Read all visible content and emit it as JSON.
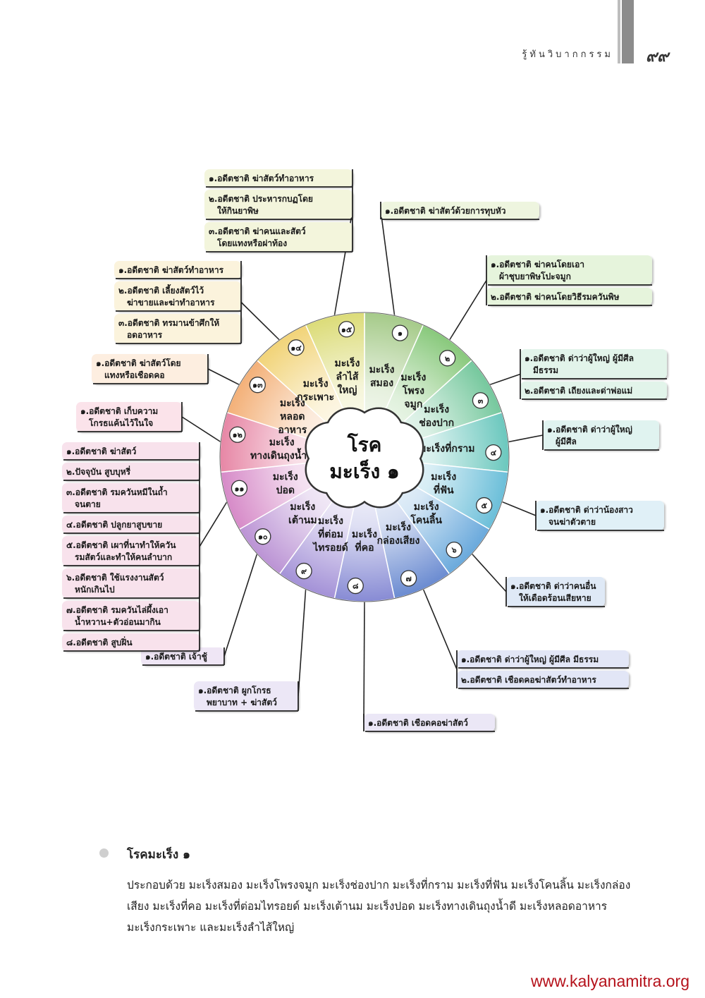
{
  "header": {
    "running_head": "รู้ทันวิบากกรรม",
    "page_number": "๙๙"
  },
  "center": {
    "line1": "โรค",
    "line2": "มะเร็ง ๑"
  },
  "segments": [
    {
      "num": "๑",
      "lines": [
        "มะเร็ง",
        "สมอง"
      ],
      "color": "#9cc57d"
    },
    {
      "num": "๒",
      "lines": [
        "มะเร็ง",
        "โพรง",
        "จมูก"
      ],
      "color": "#7cc36e"
    },
    {
      "num": "๓",
      "lines": [
        "มะเร็ง",
        "ช่องปาก"
      ],
      "color": "#67c293"
    },
    {
      "num": "๔",
      "lines": [
        "มะเร็งที่กราม"
      ],
      "color": "#5cc2b7"
    },
    {
      "num": "๕",
      "lines": [
        "มะเร็ง",
        "ที่ฟัน"
      ],
      "color": "#5cb8d5"
    },
    {
      "num": "๖",
      "lines": [
        "มะเร็ง",
        "โคนลิ้น"
      ],
      "color": "#5aa0d8"
    },
    {
      "num": "๗",
      "lines": [
        "มะเร็ง",
        "กล่องเสียง"
      ],
      "color": "#5b7fcc"
    },
    {
      "num": "๘",
      "lines": [
        "มะเร็ง",
        "ที่คอ"
      ],
      "color": "#7b7fd0"
    },
    {
      "num": "๙",
      "lines": [
        "มะเร็ง",
        "ที่ต่อม",
        "ไทรอยด์"
      ],
      "color": "#9a86d3"
    },
    {
      "num": "๑๐",
      "lines": [
        "มะเร็ง",
        "เต้านม"
      ],
      "color": "#b488d0"
    },
    {
      "num": "๑๑",
      "lines": [
        "มะเร็ง",
        "ปอด"
      ],
      "color": "#d27ec2"
    },
    {
      "num": "๑๒",
      "lines": [
        "มะเร็ง",
        "ทางเดินถุงน้ำดี"
      ],
      "color": "#e47a9c"
    },
    {
      "num": "๑๓",
      "lines": [
        "มะเร็ง",
        "หลอด",
        "อาหาร"
      ],
      "color": "#f2a86a"
    },
    {
      "num": "๑๔",
      "lines": [
        "มะเร็ง",
        "กระเพาะ"
      ],
      "color": "#f0cf6a"
    },
    {
      "num": "๑๕",
      "lines": [
        "มะเร็ง",
        "ลำไส้",
        "ใหญ่"
      ],
      "color": "#d8d86a"
    }
  ],
  "boxes": [
    {
      "seg": 0,
      "color": "#eef5df",
      "lines": [
        [
          "๑.อดีตชาติ ฆ่าสัตว์ด้วยการทุบหัว"
        ]
      ]
    },
    {
      "seg": 1,
      "color": "#e6f4dc",
      "lines": [
        [
          "๑.อดีตชาติ ฆ่าคนโดยเอา",
          "ผ้าชุบยาพิษโปะจมูก"
        ],
        [
          "๒.อดีตชาติ ฆ่าคนโดยวิธีรมควันพิษ"
        ]
      ]
    },
    {
      "seg": 2,
      "color": "#e2f4ea",
      "lines": [
        [
          "๑.อดีตชาติ ด่าว่าผู้ใหญ่ ผู้มีศีล",
          "มีธรรม"
        ],
        [
          "๒.อดีตชาติ เถียงและด่าพ่อแม่"
        ]
      ]
    },
    {
      "seg": 3,
      "color": "#e0f3f0",
      "lines": [
        [
          "๑.อดีตชาติ ด่าว่าผู้ใหญ่",
          "ผู้มีศีล"
        ]
      ]
    },
    {
      "seg": 4,
      "color": "#e0f0f7",
      "lines": [
        [
          "๑.อดีตชาติ ด่าว่าน้องสาว",
          "จนฆ่าตัวตาย"
        ]
      ]
    },
    {
      "seg": 5,
      "color": "#dfe9f6",
      "lines": [
        [
          "๑.อดีตชาติ ด่าว่าคนอื่น",
          "ให้เดือดร้อนเสียหาย"
        ]
      ]
    },
    {
      "seg": 6,
      "color": "#e2e6f6",
      "lines": [
        [
          "๑.อดีตชาติ ด่าว่าผู้ใหญ่ ผู้มีศีล มีธรรม"
        ],
        [
          "๒.อดีตชาติ เชือดคอฆ่าสัตว์ทำอาหาร"
        ]
      ]
    },
    {
      "seg": 7,
      "color": "#ebe7f6",
      "lines": [
        [
          "๑.อดีตชาติ เชือดคอฆ่าสัตว์"
        ]
      ]
    },
    {
      "seg": 8,
      "color": "#ece7f6",
      "lines": [
        [
          "๑.อดีตชาติ ผูกโกรธ",
          "พยาบาท + ฆ่าสัตว์"
        ]
      ]
    },
    {
      "seg": 9,
      "color": "#efe6f5",
      "lines": [
        [
          "๑.อดีตชาติ เจ้าชู้"
        ]
      ]
    },
    {
      "seg": 10,
      "color": "#f8e2ec",
      "lines": [
        [
          "๑.อดีตชาติ ฆ่าสัตว์"
        ],
        [
          "๒.ปัจจุบัน สูบบุหรี่"
        ],
        [
          "๓.อดีตชาติ รมควันหมีในถ้ำ",
          "จนตาย"
        ],
        [
          "๔.อดีตชาติ ปลูกยาสูบขาย"
        ],
        [
          "๕.อดีตชาติ เผาที่นาทำให้ควัน",
          "รมสัตว์และทำให้คนลำบาก"
        ],
        [
          "๖.อดีตชาติ ใช้แรงงานสัตว์",
          "หนักเกินไป"
        ],
        [
          "๗.อดีตชาติ รมควันไล่ผึ้งเอา",
          "น้ำหวาน+ตัวอ่อนมากิน"
        ],
        [
          "๘.อดีตชาติ สูบฝิ่น"
        ]
      ]
    },
    {
      "seg": 11,
      "color": "#fbe3ea",
      "lines": [
        [
          "๑.อดีตชาติ เก็บความ",
          "โกรธแค้นไว้ในใจ"
        ]
      ]
    },
    {
      "seg": 12,
      "color": "#fdeee0",
      "lines": [
        [
          "๑.อดีตชาติ ฆ่าสัตว์โดย",
          "แทงหรือเชือดคอ"
        ]
      ]
    },
    {
      "seg": 13,
      "color": "#fbf3dc",
      "lines": [
        [
          "๑.อดีตชาติ ฆ่าสัตว์ทำอาหาร"
        ],
        [
          "๒.อดีตชาติ เลี้ยงสัตว์ไว้",
          "ฆ่าขายและฆ่าทำอาหาร"
        ],
        [
          "๓.อดีตชาติ ทรมานข้าศึกให้",
          "อดอาหาร"
        ]
      ]
    },
    {
      "seg": 14,
      "color": "#f3f5dc",
      "lines": [
        [
          "๑.อดีตชาติ ฆ่าสัตว์ทำอาหาร"
        ],
        [
          "๒.อดีตชาติ ประหารกบฏโดย",
          "ให้กินยาพิษ"
        ],
        [
          "๓.อดีตชาติ ฆ่าคนและสัตว์",
          "โดยแทงหรือผ่าท้อง"
        ]
      ]
    }
  ],
  "section": {
    "title": "โรคมะเร็ง ๑",
    "body": "ประกอบด้วย มะเร็งสมอง มะเร็งโพรงจมูก มะเร็งช่องปาก มะเร็งที่กราม มะเร็งที่ฟัน มะเร็งโคนลิ้น มะเร็งกล่องเสียง มะเร็งที่คอ มะเร็งที่ต่อมไทรอยด์ มะเร็งเต้านม มะเร็งปอด มะเร็งทางเดินถุงน้ำดี มะเร็งหลอดอาหาร มะเร็งกระเพาะ และมะเร็งลำไส้ใหญ่"
  },
  "footer": {
    "website": "www.kalyanamitra.org"
  }
}
